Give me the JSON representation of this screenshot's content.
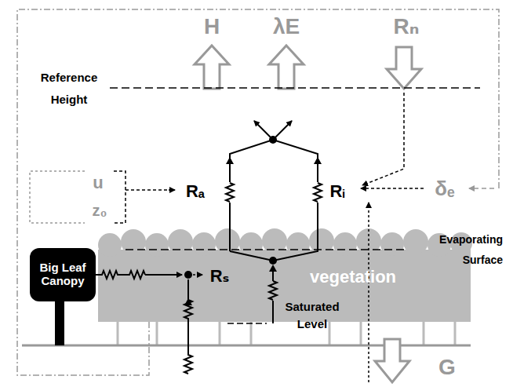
{
  "diagram": {
    "nodes": [
      {
        "text": [
          "Big Leaf Canopy"
        ]
      }
    ],
    "labels": [
      "H",
      "λE",
      "Rₙ",
      "Reference Height",
      "u",
      "z₀",
      "Rₐ",
      "Rᵢ",
      "δₑ",
      "Evaporating Surface",
      "Rₛ",
      "vegetation",
      "Saturated Level",
      "G"
    ]
  }
}
